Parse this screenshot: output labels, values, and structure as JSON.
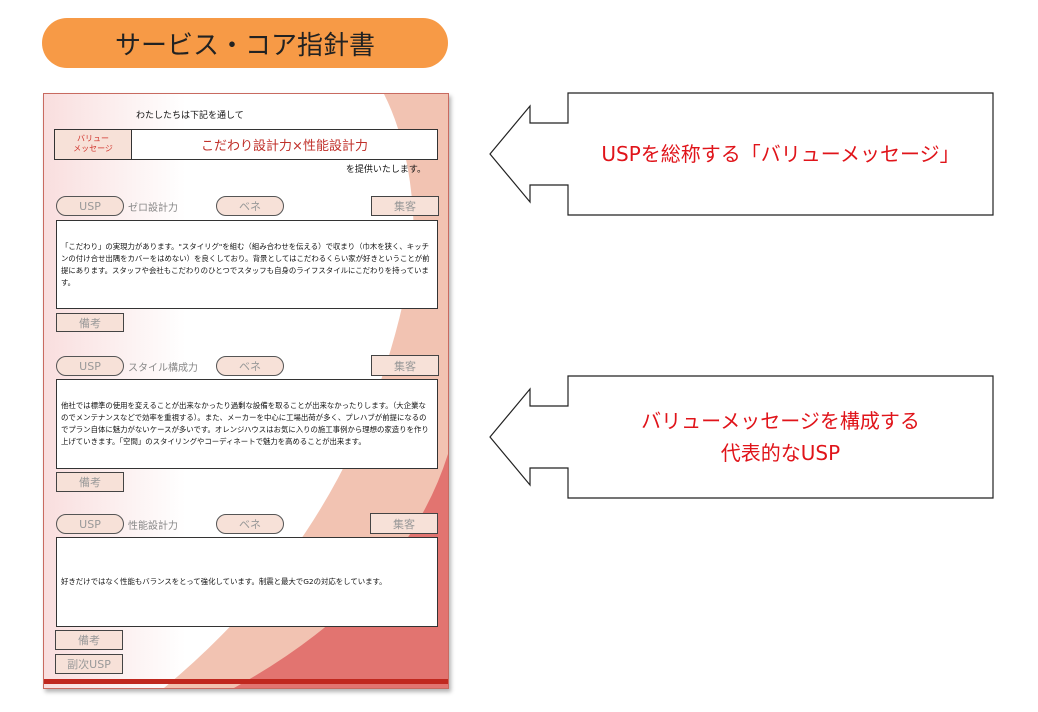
{
  "title": "サービス・コア指針書",
  "doc": {
    "intro": "わたしたちは下記を通して",
    "value_label": "バリュー\nメッセージ",
    "value_message": "こだわり設計力×性能設計力",
    "provide": "を提供いたします。",
    "sections": [
      {
        "usp": "USP",
        "usp_name": "ゼロ設計力",
        "bene": "ベネ",
        "customer": "集客",
        "text": "「こだわり」の実現力があります。\"スタイリグ\"を組む（組み合わせを伝える）で収まり（巾木を狭く、キッチンの付け合せ出隅をカバーをはめない）を良くしており。背景としてはこだわるくらい家が好きということが前提にあります。スタッフや会社もこだわりのひとつでスタッフも自身のライフスタイルにこだわりを持っています。",
        "note": "備考"
      },
      {
        "usp": "USP",
        "usp_name": "スタイル構成力",
        "bene": "ベネ",
        "customer": "集客",
        "text": "他社では標準の使用を変えることが出来なかったり過剰な設備を取ることが出来なかったりします。（大企業なのでメンテナンスなどで効率を重視する）。また、メーカーを中心に工場出荷が多く、プレハブが前提になるのでプラン自体に魅力がないケースが多いです。オレンジハウスはお気に入りの施工事例から理想の家造りを作り上げていきます。「空間」のスタイリングやコーディネートで魅力を高めることが出来ます。",
        "note": "備考"
      },
      {
        "usp": "USP",
        "usp_name": "性能設計力",
        "bene": "ベネ",
        "customer": "集客",
        "text": "好きだけではなく性能もバランスをとって強化しています。制震と最大でG2の対応をしています。",
        "note": "備考"
      }
    ],
    "secondary_usp": "副次USP"
  },
  "callouts": [
    {
      "text": "USPを総称する「バリューメッセージ」"
    },
    {
      "line1": "バリューメッセージを構成する",
      "line2": "代表的なUSP"
    }
  ],
  "colors": {
    "title_bg": "#F79A46",
    "callout_text": "#e0141a",
    "accent_red": "#e07070"
  }
}
